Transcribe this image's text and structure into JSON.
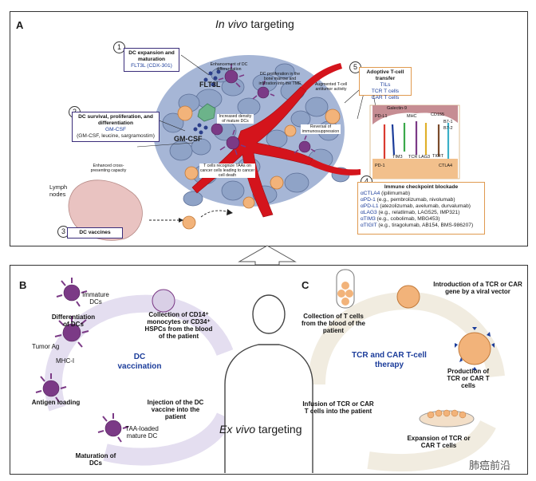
{
  "panelA": {
    "letter": "A",
    "title_italic": "In vivo",
    "title_rest": " targeting",
    "box1": {
      "num": "1",
      "head": "DC expansion and maturation",
      "sub": "FLT3L (CDX-301)"
    },
    "box2": {
      "num": "2",
      "head": "DC survival, proliferation, and differentiation",
      "sub1": "GM-CSF",
      "sub2": "(GM-CSF, leucine, sargramostim)"
    },
    "box3": {
      "num": "3",
      "label": "DC vaccines"
    },
    "box4": {
      "num": "4",
      "head": "Immune checkpoint blockade",
      "lines": [
        {
          "drug": "αCTLA4",
          "rest": " (ipilimumab)"
        },
        {
          "drug": "αPD-1",
          "rest": " (e.g., pembrolizumab, nivolumab)"
        },
        {
          "drug": "αPD-L1",
          "rest": " (atezolizumab, avelumab, durvalumab)"
        },
        {
          "drug": "αLAG3",
          "rest": " (e.g., relatlimab, LAG525, IMP321)"
        },
        {
          "drug": "αTIM3",
          "rest": " (e.g., cobolimab, MBG453)"
        },
        {
          "drug": "αTIGIT",
          "rest": " (e.g., tiragolumab, AB154, BMS-986207)"
        }
      ]
    },
    "box5": {
      "num": "5",
      "head": "Adoptive T-cell transfer",
      "items": [
        "TILs",
        "TCR T cells",
        "CAR T cells"
      ]
    },
    "flt3l": "FLT3L",
    "gmcsf": "GM-CSF",
    "lymph": "Lymph nodes",
    "notes": {
      "enhancement": "Enhancement of DC differentiation",
      "proliferation": "DC proliferation in the bone marrow and infiltration into the TME",
      "augmented": "Augmented T-cell antitumor activity",
      "density": "Increased density of mature DCs",
      "reversal": "Reversal of immunosuppression",
      "recognize": "T cells recognize TAAs on cancer cells leading to cancer cell death",
      "crosspresent": "Enhanced cross-presenting capacity"
    },
    "molecules": {
      "galectin": "Galectin-9",
      "pdl1": "PD-L1",
      "mhc": "MHC",
      "cd155": "CD155",
      "b71": "B7-1",
      "b72": "B7-2",
      "tim3": "TIM3",
      "tcr": "TCR",
      "lag3": "LAG3",
      "tigit": "TIGIT",
      "pd1": "PD-1",
      "ctla4": "CTLA4"
    }
  },
  "panelB": {
    "letter": "B",
    "immature": "Immature DCs",
    "differentiation": "Differentiation of DCs",
    "collection": "Collection of CD14⁺ monocytes or CD34⁺ HSPCs from the blood of the patient",
    "tumorag": "Tumor Ag",
    "mhci": "MHC-I",
    "dcvacc": "DC vaccination",
    "antigen": "Antigen loading",
    "injection": "Injection of the DC vaccine into the patient",
    "taa": "TAA-loaded mature DC",
    "maturation": "Maturation of DCs"
  },
  "panelC": {
    "letter": "C",
    "collection": "Collection of T cells from the blood of the patient",
    "introduction": "Introduction of a TCR or CAR gene by a viral vector",
    "therapy": "TCR and CAR T-cell therapy",
    "production": "Production of TCR or CAR T cells",
    "infusion": "Infusion of TCR or CAR T cells into the patient",
    "expansion": "Expansion of TCR or CAR T cells"
  },
  "exvivo": {
    "italic": "Ex vivo",
    "rest": " targeting"
  },
  "watermark": "肺癌前沿",
  "colors": {
    "tumor": "#8fa3c7",
    "vessel": "#d4141c",
    "dc": "#7b3a86",
    "tcell": "#f2b37a",
    "navy": "#1b3c9a",
    "arrowband": "#e4def0"
  }
}
